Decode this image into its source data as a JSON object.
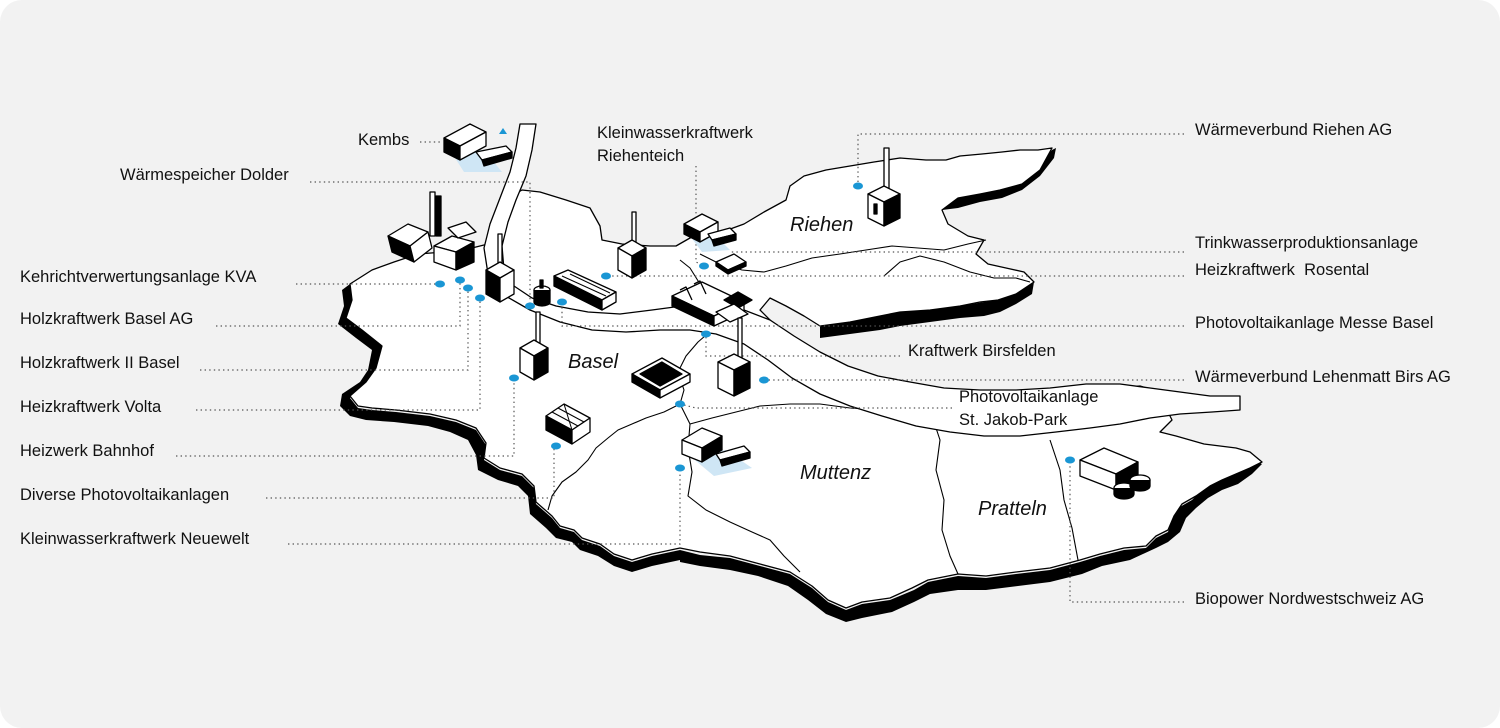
{
  "colors": {
    "background": "#f2f2f2",
    "land": "#ffffff",
    "outline": "#000000",
    "accent": "#1a96d4",
    "water_highlight": "#cfe6f5",
    "leader": "#555555"
  },
  "places": {
    "riehen": "Riehen",
    "basel": "Basel",
    "muttenz": "Muttenz",
    "pratteln": "Pratteln"
  },
  "labels": {
    "kembs": "Kembs",
    "waermespeicher_dolder": "Wärmespeicher Dolder",
    "kehrichtverwertungsanlage_kva": "Kehrichtverwertungsanlage KVA",
    "holzkraftwerk_basel_ag": "Holzkraftwerk Basel AG",
    "holzkraftwerk_ii_basel": "Holzkraftwerk II Basel",
    "heizkraftwerk_volta": "Heizkraftwerk Volta",
    "heizwerk_bahnhof": "Heizwerk Bahnhof",
    "diverse_photovoltaikanlagen": "Diverse Photovoltaikanlagen",
    "kleinwasserkraftwerk_neuewelt": "Kleinwasserkraftwerk Neuewelt",
    "kleinwasserkraftwerk_riehenteich": "Kleinwasserkraftwerk\nRiehenteich",
    "waermeverbund_riehen_ag": "Wärmeverbund Riehen AG",
    "trinkwasserproduktionsanlage": "Trinkwasserproduktionsanlage",
    "heizkraftwerk_rosental": "Heizkraftwerk  Rosental",
    "photovoltaikanlage_messe_basel": "Photovoltaikanlage Messe Basel",
    "kraftwerk_birsfelden": "Kraftwerk Birsfelden",
    "waermeverbund_lehenmatt_birs_ag": "Wärmeverbund Lehenmatt Birs AG",
    "photovoltaikanlage_st_jakob_park": "Photovoltaikanlage\nSt. Jakob-Park",
    "biopower_nordwestschweiz_ag": "Biopower Nordwestschweiz AG"
  }
}
